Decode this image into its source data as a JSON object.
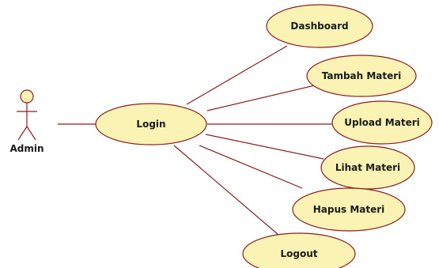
{
  "actor": {
    "label": "Admin"
  },
  "use_cases": {
    "login": "Login",
    "dashboard": "Dashboard",
    "tambah_materi": "Tambah Materi",
    "upload_materi": "Upload Materi",
    "lihat_materi": "Lihat Materi",
    "hapus_materi": "Hapus Materi",
    "logout": "Logout"
  },
  "colors": {
    "usecase_fill": "#fbf3b3",
    "line": "#8a1f1f"
  }
}
